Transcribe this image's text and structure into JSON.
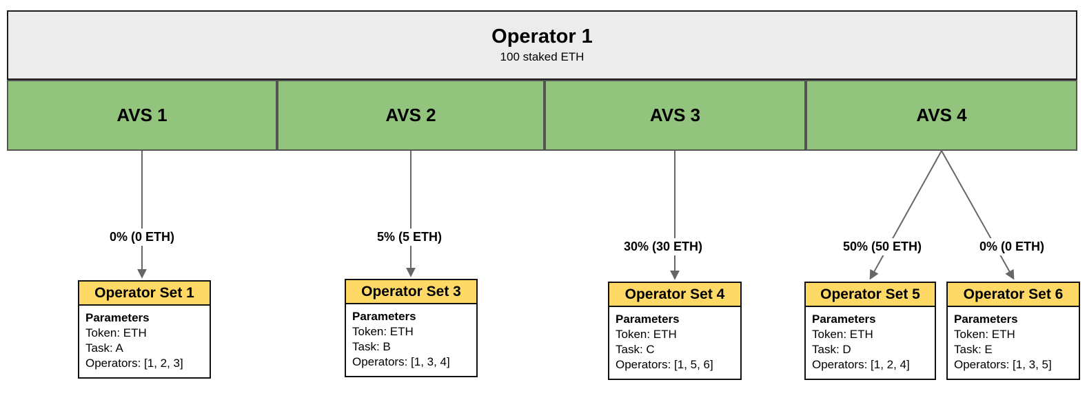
{
  "operator": {
    "title": "Operator 1",
    "subtitle": "100 staked ETH"
  },
  "avs": [
    {
      "label": "AVS 1"
    },
    {
      "label": "AVS 2"
    },
    {
      "label": "AVS 3"
    },
    {
      "label": "AVS 4"
    }
  ],
  "allocations": [
    {
      "from": "AVS 1",
      "label": "0% (0 ETH)",
      "to": "Operator Set 1"
    },
    {
      "from": "AVS 2",
      "label": "5% (5 ETH)",
      "to": "Operator Set 3"
    },
    {
      "from": "AVS 3",
      "label": "30% (30 ETH)",
      "to": "Operator Set 4"
    },
    {
      "from": "AVS 4",
      "label": "50% (50 ETH)",
      "to": "Operator Set 5"
    },
    {
      "from": "AVS 4",
      "label": "0% (0 ETH)",
      "to": "Operator Set 6"
    }
  ],
  "operator_sets": [
    {
      "title": "Operator Set 1",
      "params_heading": "Parameters",
      "token": "Token: ETH",
      "task": "Task: A",
      "operators": "Operators: [1, 2, 3]"
    },
    {
      "title": "Operator Set 3",
      "params_heading": "Parameters",
      "token": "Token: ETH",
      "task": "Task: B",
      "operators": "Operators: [1, 3, 4]"
    },
    {
      "title": "Operator Set 4",
      "params_heading": "Parameters",
      "token": "Token: ETH",
      "task": "Task: C",
      "operators": "Operators: [1, 5, 6]"
    },
    {
      "title": "Operator Set 5",
      "params_heading": "Parameters",
      "token": "Token: ETH",
      "task": "Task: D",
      "operators": "Operators: [1, 2, 4]"
    },
    {
      "title": "Operator Set 6",
      "params_heading": "Parameters",
      "token": "Token: ETH",
      "task": "Task: E",
      "operators": "Operators: [1, 3, 5]"
    }
  ],
  "colors": {
    "operator_bg": "#ececec",
    "avs_bg": "#93c47d",
    "set_header_bg": "#ffd966",
    "arrow": "#666666"
  }
}
